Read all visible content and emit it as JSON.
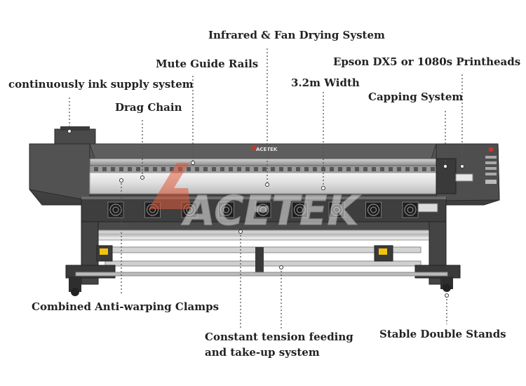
{
  "labels": {
    "infrared": "Infrared & Fan Drying System",
    "mute_rails": "Mute Guide Rails",
    "printheads": "Epson  DX5 or 1080s Printheads",
    "ink_supply": "continuously ink supply system",
    "width": "3.2m Width",
    "capping": "Capping System",
    "drag_chain": "Drag Chain",
    "clamps": "Combined Anti-warping Clamps",
    "tension_1": "Constant tension feeding",
    "tension_2": "and take-up system",
    "stands": "Stable Double Stands"
  },
  "brand": {
    "logo_text": "ACETEK",
    "watermark_text": "ACETEK"
  },
  "colors": {
    "body": "#4a4a4a",
    "body_dark": "#2e2e2e",
    "body_light": "#6a6a6a",
    "accent": "#c0392b",
    "leader": "#555555",
    "label": "#222222"
  },
  "fans": {
    "count": 9
  }
}
